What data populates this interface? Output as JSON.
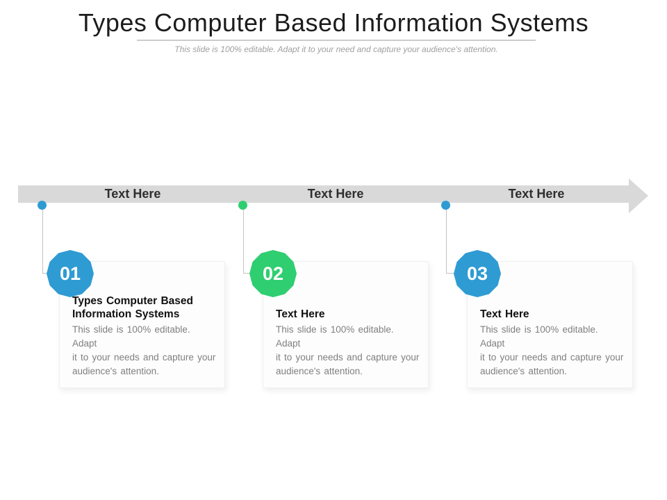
{
  "slide": {
    "title": "Types Computer Based Information Systems",
    "subtitle": "This slide is 100% editable. Adapt it to your need and capture your audience's attention."
  },
  "timeline": {
    "labels": [
      "Text Here",
      "Text Here",
      "Text Here"
    ],
    "arrow_color": "#d9d9d9",
    "connector_color": "#c3c3c3"
  },
  "steps": [
    {
      "number": "01",
      "accent": "#2f9bd3",
      "heading": "Types Computer Based\nInformation Systems",
      "body": "This slide is 100% editable. Adapt\nit to your needs and capture your\naudience's attention."
    },
    {
      "number": "02",
      "accent": "#2fce70",
      "heading": "Text Here",
      "body": "This slide is 100% editable. Adapt\nit to your needs and capture your\naudience's attention."
    },
    {
      "number": "03",
      "accent": "#2f9bd3",
      "heading": "Text Here",
      "body": "This slide is 100% editable. Adapt\nit to your needs and capture your\naudience's attention."
    }
  ]
}
